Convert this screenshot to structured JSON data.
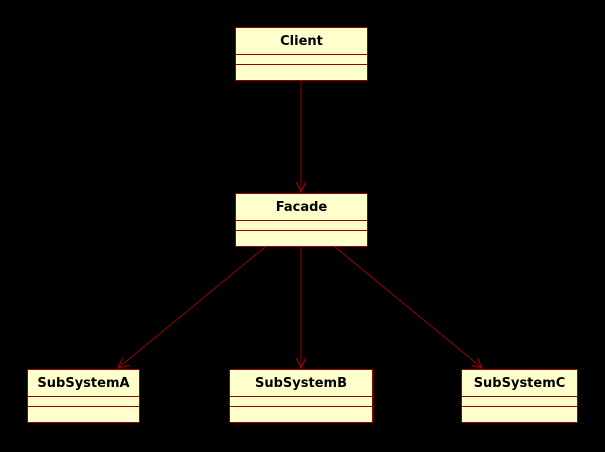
{
  "diagram": {
    "classes": {
      "client": "Client",
      "facade": "Facade",
      "subsystem_a": "SubSystemA",
      "subsystem_b": "SubSystemB",
      "subsystem_c": "SubSystemC"
    }
  },
  "colors": {
    "background": "#000000",
    "class_fill": "#FFFFCC",
    "class_border": "#990000",
    "arrow": "#990000"
  }
}
